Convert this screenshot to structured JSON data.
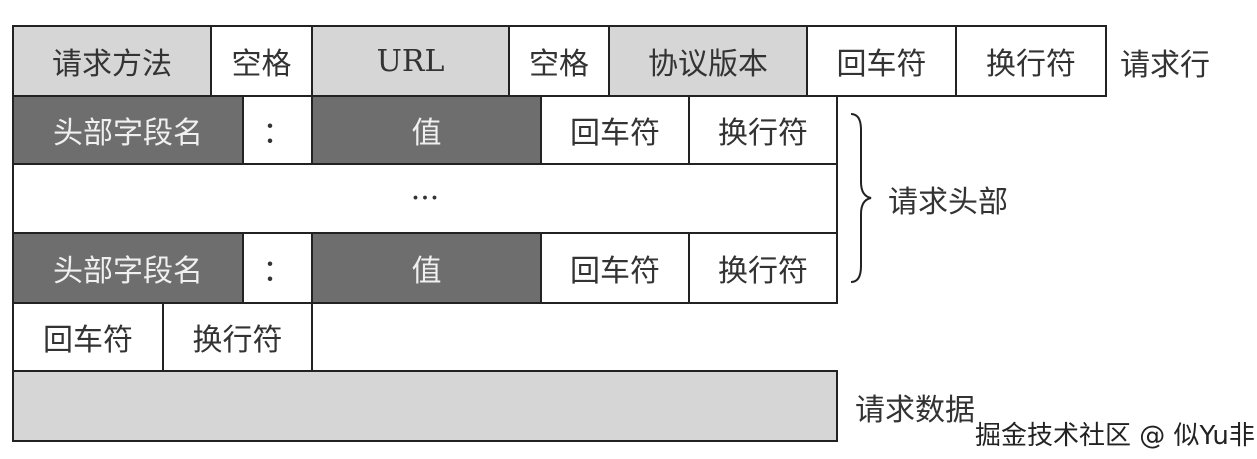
{
  "request_line": {
    "cells": [
      "请求方法",
      "空格",
      "URL",
      "空格",
      "协议版本",
      "回车符",
      "换行符"
    ],
    "label": "请求行"
  },
  "header_row_1": {
    "cells": [
      "头部字段名",
      "：",
      "值",
      "回车符",
      "换行符"
    ]
  },
  "ellipsis": "···",
  "header_row_2": {
    "cells": [
      "头部字段名",
      "：",
      "值",
      "回车符",
      "换行符"
    ]
  },
  "header_label": "请求头部",
  "blank_line": {
    "cells": [
      "回车符",
      "换行符"
    ]
  },
  "request_data": {
    "label": "请求数据"
  },
  "watermark": "掘金技术社区 @ 似Yu非"
}
